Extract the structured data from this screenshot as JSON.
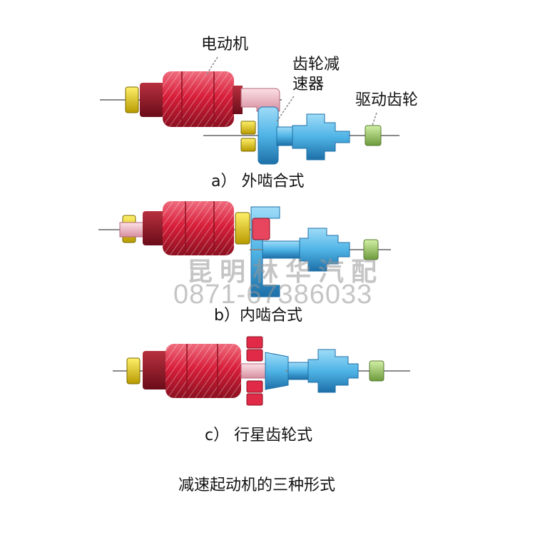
{
  "labels": {
    "motor": "电动机",
    "reducer_line1": "齿轮减",
    "reducer_line2": "速器",
    "drive_gear": "驱动齿轮"
  },
  "captions": {
    "a": "a） 外啮合式",
    "b": "b）内啮合式",
    "c": "c） 行星齿轮式"
  },
  "title": "减速起动机的三种形式",
  "watermark": {
    "name": "昆明林华汽配",
    "phone": "0871-67386033"
  },
  "colors": {
    "motor_red": "#d81e3a",
    "motor_dark": "#8c1020",
    "gear_blue": "#4fb4e6",
    "gear_dark": "#1d6fa8",
    "nut_yellow": "#e6c800",
    "nut_green": "#9cc86a",
    "shaft_pink": "#f0b6c2"
  }
}
